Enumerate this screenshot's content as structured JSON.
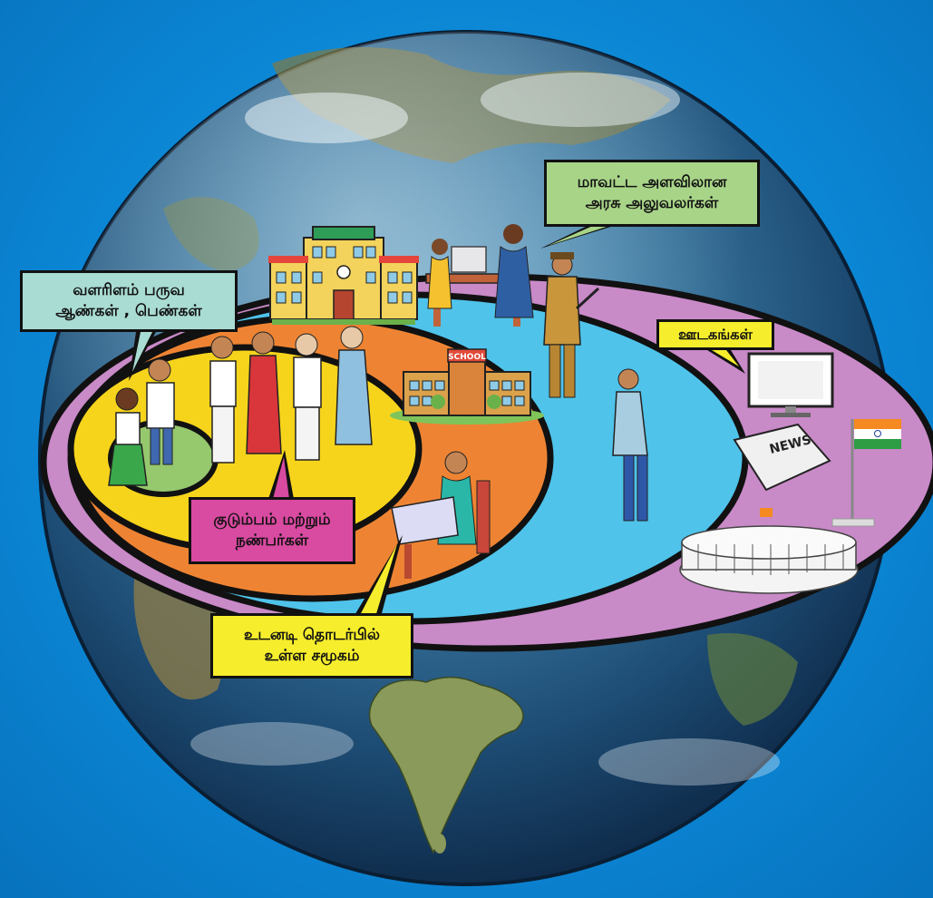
{
  "callouts": {
    "adolescents": "வளரிளம் பருவ\nஆண்கள் , பெண்கள்",
    "district_officials": "மாவட்ட அளவிலான\nஅரசு அலுவலர்கள்",
    "media": "ஊடகங்கள்",
    "family_friends": "குடும்பம் மற்றும்\nநண்பர்கள்",
    "immediate_community": "உடனடி தொடர்பில்\nஉள்ள சமூகம்"
  },
  "signs": {
    "school": "SCHOOL",
    "news": "NEWS"
  },
  "colors": {
    "background": "#0b86d4",
    "ring_outer": "#c98ac8",
    "ring_blue": "#4fc3ea",
    "ring_orange": "#ee8433",
    "ring_yellow": "#f7d41c",
    "ring_center": "#96c86e"
  }
}
